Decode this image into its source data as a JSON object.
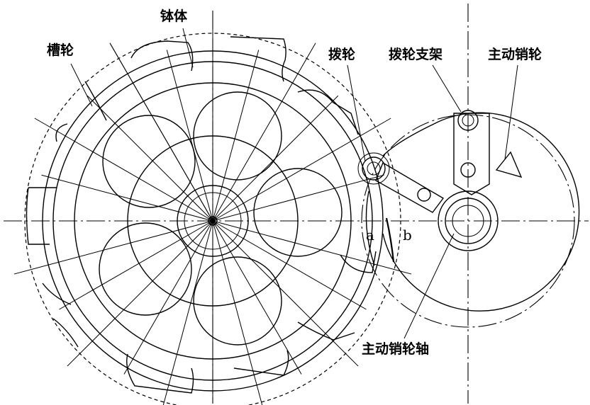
{
  "labels": {
    "pocket_body": "钵体",
    "geneva_wheel": "槽轮",
    "dial_wheel": "拨轮",
    "dial_bracket": "拨轮支架",
    "driving_pin_wheel": "主动销轮",
    "driving_pin_shaft": "主动销轮轴",
    "point_a": "a",
    "point_b": "b"
  }
}
